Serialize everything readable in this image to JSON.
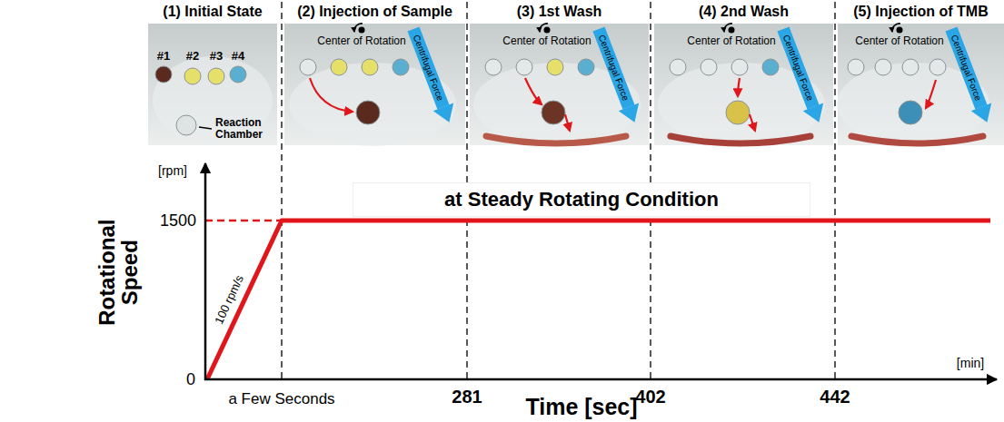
{
  "diagram": {
    "nodes": [
      {
        "text": [
          "(1) Initial State",
          "#1",
          "#2",
          "#3",
          "#4",
          "Reaction Chamber"
        ]
      },
      {
        "text": [
          "(2) Injection of Sample",
          "Center of Rotation",
          "Centrifugal Force"
        ]
      },
      {
        "text": [
          "(3) 1st Wash",
          "Center of Rotation",
          "Centrifugal Force"
        ]
      },
      {
        "text": [
          "(4) 2nd Wash",
          "Center of Rotation",
          "Centrifugal Force"
        ]
      },
      {
        "text": [
          "(5) Injection of TMB",
          "Center of Rotation",
          "Centrifugal Force"
        ]
      }
    ],
    "labels": [
      "Rotational Speed",
      "[rpm]",
      "1500",
      "0",
      "100 rpm/s",
      "at Steady Rotating Condition",
      "[min]",
      "a Few Seconds",
      "281",
      "402",
      "442",
      "Time [sec]"
    ]
  }
}
